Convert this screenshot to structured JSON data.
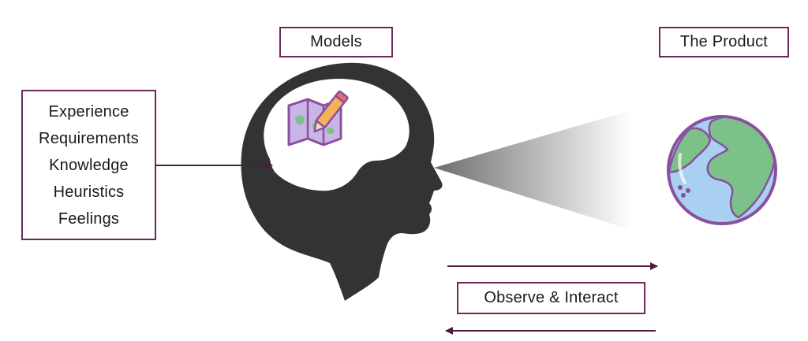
{
  "labels": {
    "models": "Models",
    "product": "The Product",
    "observe": "Observe & Interact"
  },
  "inputs": {
    "items": [
      "Experience",
      "Requirements",
      "Knowledge",
      "Heuristics",
      "Feelings"
    ]
  },
  "colors": {
    "border": "#6b2a5a",
    "head": "#333333",
    "arrow": "#4a1d42",
    "globe_ocean": "#a9d0f0",
    "globe_land": "#7cc08a",
    "globe_outline": "#8a4f9e"
  },
  "icons": {
    "head": "human-head-silhouette-icon",
    "map": "map-with-pencil-icon",
    "globe": "globe-icon"
  }
}
